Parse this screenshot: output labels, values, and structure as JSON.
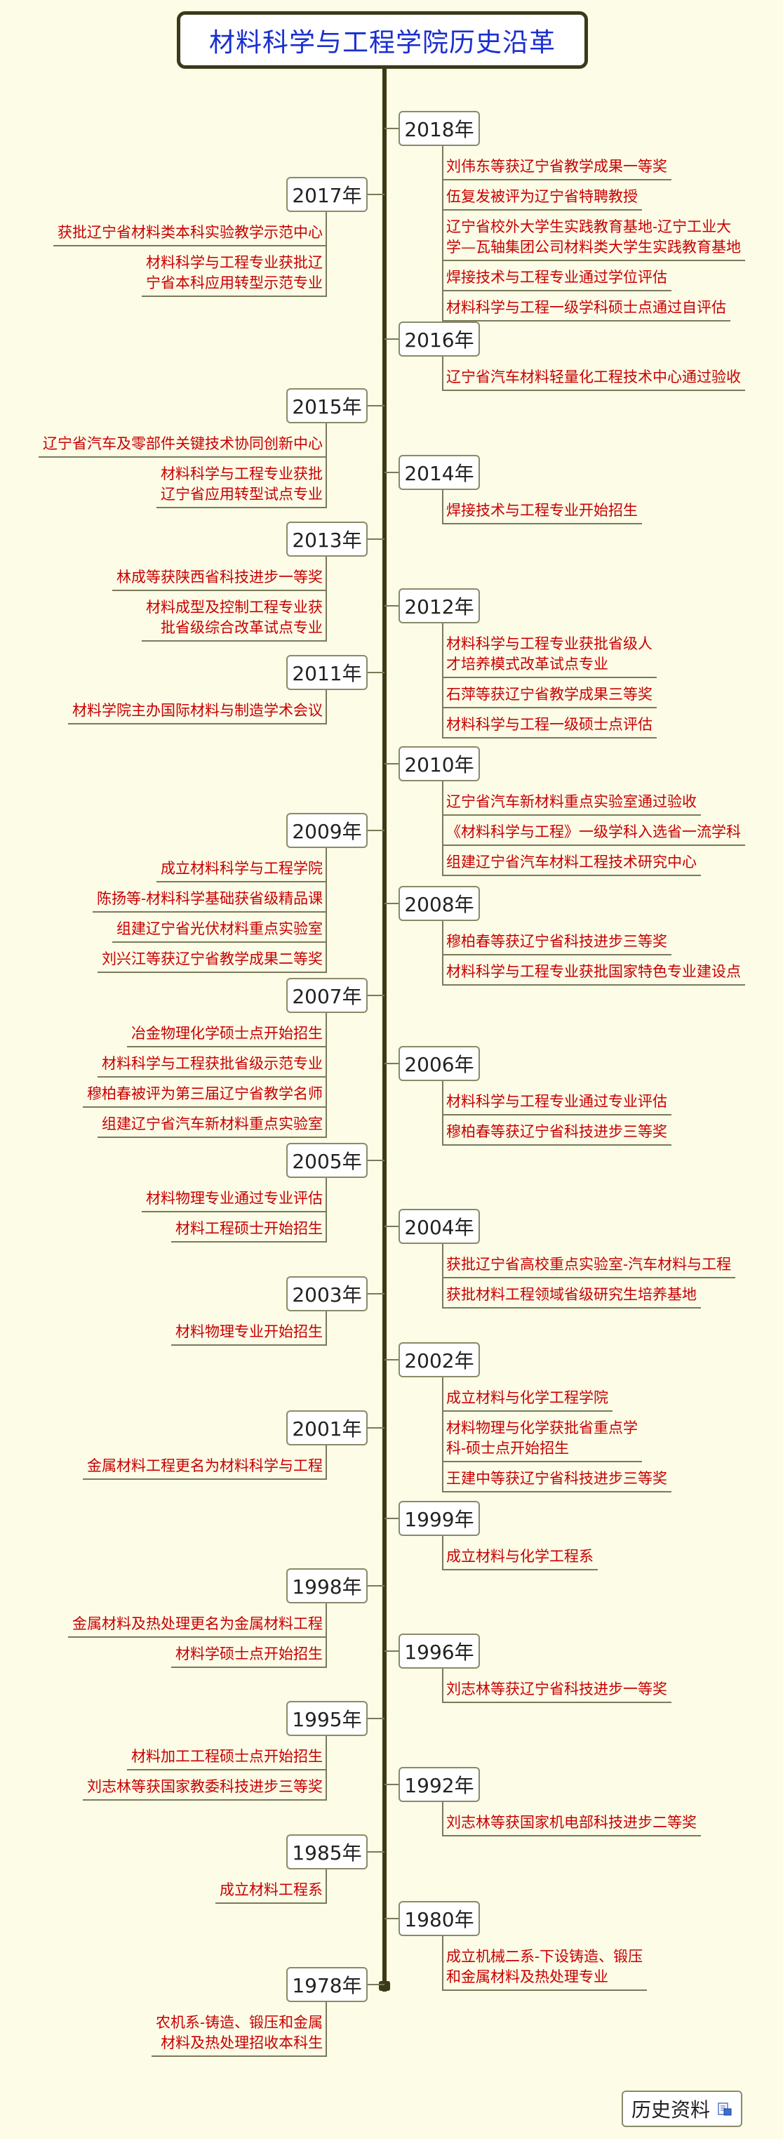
{
  "title": "材料科学与工程学院历史沿革",
  "footer_label": "历史资料",
  "timeline_right": [
    {
      "year": "2018年",
      "items": [
        "刘伟东等获辽宁省教学成果一等奖",
        "伍复发被评为辽宁省特聘教授",
        "辽宁省校外大学生实践教育基地-辽宁工业大\n学—瓦轴集团公司材料类大学生实践教育基地",
        "焊接技术与工程专业通过学位评估",
        "材料科学与工程一级学科硕士点通过自评估"
      ]
    },
    {
      "year": "2016年",
      "items": [
        "辽宁省汽车材料轻量化工程技术中心通过验收"
      ]
    },
    {
      "year": "2014年",
      "items": [
        "焊接技术与工程专业开始招生"
      ]
    },
    {
      "year": "2012年",
      "items": [
        "材料科学与工程专业获批省级人\n才培养模式改革试点专业",
        "石萍等获辽宁省教学成果三等奖",
        "材料科学与工程一级硕士点评估"
      ]
    },
    {
      "year": "2010年",
      "items": [
        "辽宁省汽车新材料重点实验室通过验收",
        "《材料科学与工程》一级学科入选省一流学科",
        "组建辽宁省汽车材料工程技术研究中心"
      ]
    },
    {
      "year": "2008年",
      "items": [
        "穆柏春等获辽宁省科技进步三等奖",
        "材料科学与工程专业获批国家特色专业建设点"
      ]
    },
    {
      "year": "2006年",
      "items": [
        "材料科学与工程专业通过专业评估",
        "穆柏春等获辽宁省科技进步三等奖"
      ]
    },
    {
      "year": "2004年",
      "items": [
        "获批辽宁省高校重点实验室-汽车材料与工程",
        "获批材料工程领域省级研究生培养基地"
      ]
    },
    {
      "year": "2002年",
      "items": [
        "成立材料与化学工程学院",
        "材料物理与化学获批省重点学\n科-硕士点开始招生",
        "王建中等获辽宁省科技进步三等奖"
      ]
    },
    {
      "year": "1999年",
      "items": [
        "成立材料与化学工程系"
      ]
    },
    {
      "year": "1996年",
      "items": [
        "刘志林等获辽宁省科技进步一等奖"
      ]
    },
    {
      "year": "1992年",
      "items": [
        "刘志林等获国家机电部科技进步二等奖"
      ]
    },
    {
      "year": "1980年",
      "items": [
        "成立机械二系-下设铸造、锻压\n和金属材料及热处理专业"
      ]
    }
  ],
  "timeline_left": [
    {
      "year": "2017年",
      "items": [
        "获批辽宁省材料类本科实验教学示范中心",
        "材料科学与工程专业获批辽\n宁省本科应用转型示范专业"
      ]
    },
    {
      "year": "2015年",
      "items": [
        "辽宁省汽车及零部件关键技术协同创新中心",
        "材料科学与工程专业获批\n辽宁省应用转型试点专业"
      ]
    },
    {
      "year": "2013年",
      "items": [
        "林成等获陕西省科技进步一等奖",
        "材料成型及控制工程专业获\n批省级综合改革试点专业"
      ]
    },
    {
      "year": "2011年",
      "items": [
        "材料学院主办国际材料与制造学术会议"
      ]
    },
    {
      "year": "2009年",
      "items": [
        "成立材料科学与工程学院",
        "陈扬等-材料科学基础获省级精品课",
        "组建辽宁省光伏材料重点实验室",
        "刘兴江等获辽宁省教学成果二等奖"
      ]
    },
    {
      "year": "2007年",
      "items": [
        "冶金物理化学硕士点开始招生",
        "材料科学与工程获批省级示范专业",
        "穆柏春被评为第三届辽宁省教学名师",
        "组建辽宁省汽车新材料重点实验室"
      ]
    },
    {
      "year": "2005年",
      "items": [
        "材料物理专业通过专业评估",
        "材料工程硕士开始招生"
      ]
    },
    {
      "year": "2003年",
      "items": [
        "材料物理专业开始招生"
      ]
    },
    {
      "year": "2001年",
      "items": [
        "金属材料工程更名为材料科学与工程"
      ]
    },
    {
      "year": "1998年",
      "items": [
        "金属材料及热处理更名为金属材料工程",
        "材料学硕士点开始招生"
      ]
    },
    {
      "year": "1995年",
      "items": [
        "材料加工工程硕士点开始招生",
        "刘志林等获国家教委科技进步三等奖"
      ]
    },
    {
      "year": "1985年",
      "items": [
        "成立材料工程系"
      ]
    },
    {
      "year": "1978年",
      "items": [
        "农机系-铸造、锻压和金属\n材料及热处理招收本科生"
      ]
    }
  ]
}
